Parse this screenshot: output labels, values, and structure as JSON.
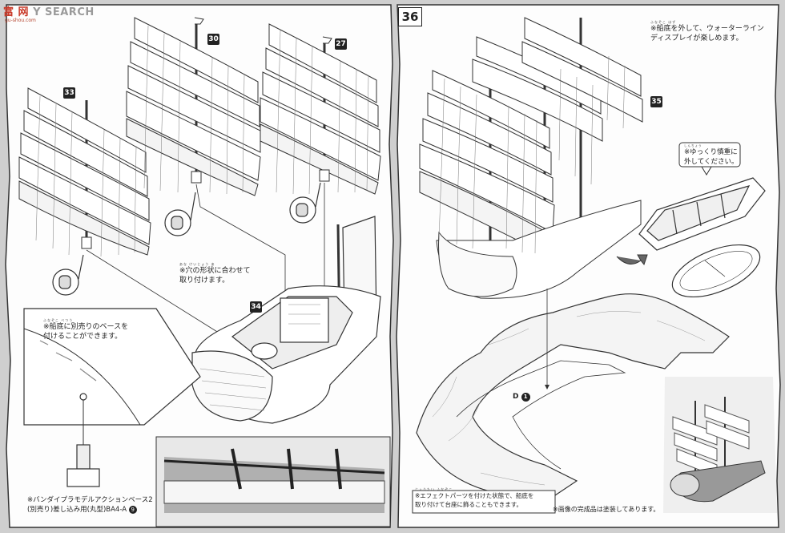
{
  "watermark": {
    "logo_text": "富 网",
    "search_text": "Y SEARCH",
    "url_text": "gu-shou.com"
  },
  "left_page": {
    "part_numbers": {
      "p33": "33",
      "p30": "30",
      "p27": "27",
      "p34": "34"
    },
    "note_shape": {
      "ruby": "あな けいじょう あ",
      "line1": "※穴の形状に合わせて",
      "line2": "取り付けます。"
    },
    "note_base": {
      "ruby": "ふなぞこ べつう",
      "line1": "※船底に別売りのベースを",
      "line2": "付けることができます。"
    },
    "note_bandai": {
      "line1": "※バンダイプラモデルアクションベース2",
      "line2": "(別売り)差し込み用(丸型)BA4-A",
      "badge": "9"
    }
  },
  "right_page": {
    "step_number": "36",
    "note_waterline": {
      "ruby": "ふなぞこ はず",
      "line1": "※船底を外して、ウォーターライン",
      "line2": "ディスプレイが楽しめます。"
    },
    "part_number_35": "35",
    "note_careful": {
      "ruby": "しんちょう",
      "line1": "※ゆっくり慎重に",
      "line2": "外してください。"
    },
    "part_label_d": "D",
    "part_label_d_badge": "1",
    "note_effect": {
      "ruby": "じょうたい ふなぞこ",
      "line1": "※エフェクトパーツを付けた状態で、船底を",
      "line2": "取り付けて台座に飾ることもできます。"
    },
    "note_painted": "※画像の完成品は塗装してあります。"
  }
}
